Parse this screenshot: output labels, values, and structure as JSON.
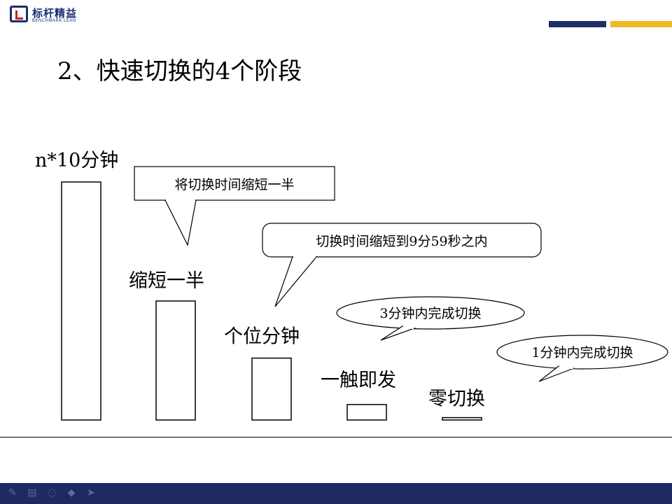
{
  "header": {
    "logo_cn": "标杆精益",
    "logo_en": "BENCHMARK LEAN",
    "accent_colors": [
      "#1f2f63",
      "#f0b825"
    ]
  },
  "title": "2、快速切换的4个阶段",
  "chart_data": {
    "type": "bar",
    "categories": [
      "n*10分钟",
      "缩短一半",
      "个位分钟",
      "一触即发",
      "零切换"
    ],
    "values": [
      100,
      50,
      26,
      6.5,
      1
    ],
    "ylim": [
      0,
      100
    ],
    "grid": false,
    "callouts": [
      {
        "text": "将切换时间缩短一半",
        "shape": "rectangle",
        "target": "缩短一半"
      },
      {
        "text": "切换时间缩短到9分59秒之内",
        "shape": "rounded-rectangle",
        "target": "个位分钟"
      },
      {
        "text": "3分钟内完成切换",
        "shape": "ellipse",
        "target": "一触即发"
      },
      {
        "text": "1分钟内完成切换",
        "shape": "ellipse",
        "target": "零切换"
      }
    ]
  },
  "footer": {
    "tool_icons": [
      "pen-icon",
      "slide-icon",
      "eraser-icon",
      "marker-icon",
      "pointer-icon"
    ]
  }
}
